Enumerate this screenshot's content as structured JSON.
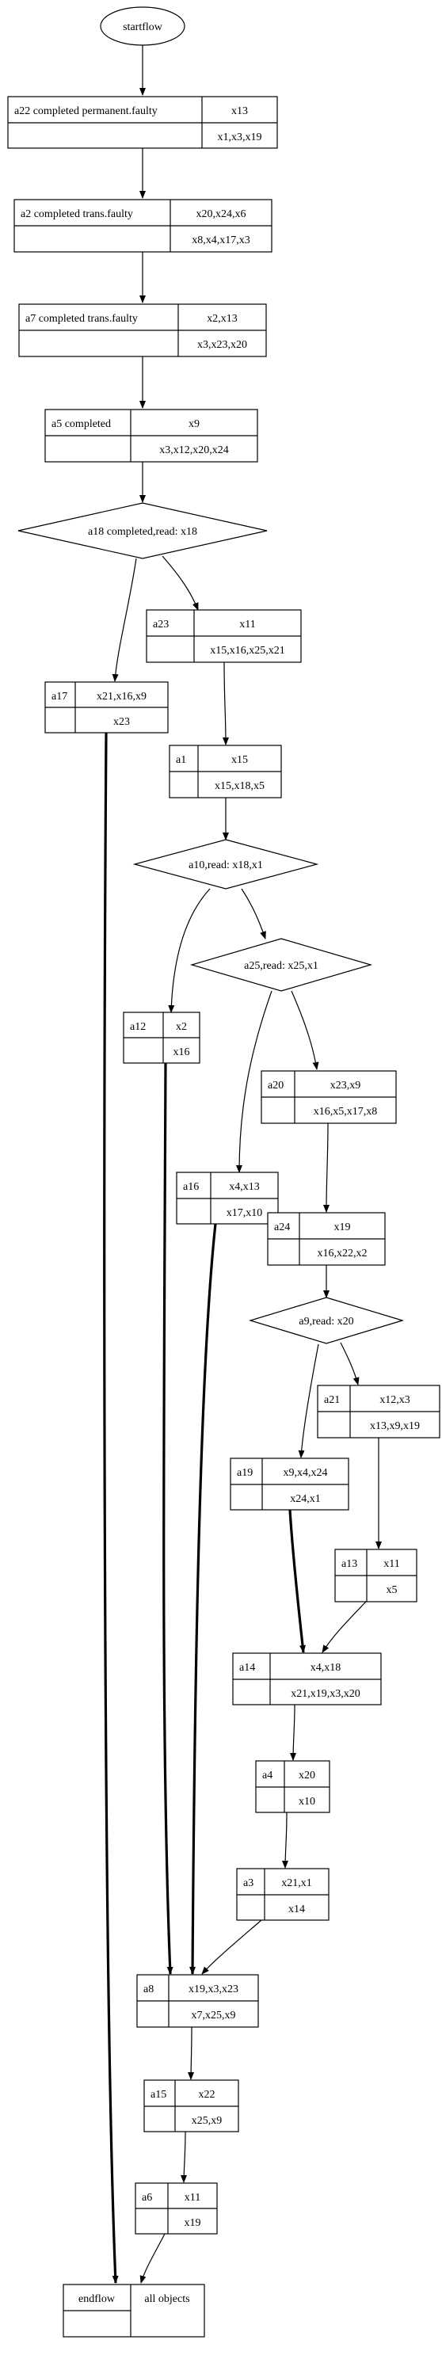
{
  "start": {
    "label": "startflow"
  },
  "end": {
    "label": "endflow",
    "value": "all objects"
  },
  "records": [
    {
      "id": "a22",
      "label": "a22  completed permanent.faulty",
      "top": "x13",
      "bottom": "x1,x3,x19"
    },
    {
      "id": "a2",
      "label": "a2  completed trans.faulty",
      "top": "x20,x24,x6",
      "bottom": "x8,x4,x17,x3"
    },
    {
      "id": "a7",
      "label": "a7  completed trans.faulty",
      "top": "x2,x13",
      "bottom": "x3,x23,x20"
    },
    {
      "id": "a5",
      "label": "a5  completed",
      "top": "x9",
      "bottom": "x3,x12,x20,x24"
    },
    {
      "id": "a23",
      "label": "a23",
      "top": "x11",
      "bottom": "x15,x16,x25,x21"
    },
    {
      "id": "a17",
      "label": "a17",
      "top": "x21,x16,x9",
      "bottom": "x23"
    },
    {
      "id": "a1",
      "label": "a1",
      "top": "x15",
      "bottom": "x15,x18,x5"
    },
    {
      "id": "a12",
      "label": "a12",
      "top": "x2",
      "bottom": "x16"
    },
    {
      "id": "a20",
      "label": "a20",
      "top": "x23,x9",
      "bottom": "x16,x5,x17,x8"
    },
    {
      "id": "a16",
      "label": "a16",
      "top": "x4,x13",
      "bottom": "x17,x10"
    },
    {
      "id": "a24",
      "label": "a24",
      "top": "x19",
      "bottom": "x16,x22,x2"
    },
    {
      "id": "a21",
      "label": "a21",
      "top": "x12,x3",
      "bottom": "x13,x9,x19"
    },
    {
      "id": "a19",
      "label": "a19",
      "top": "x9,x4,x24",
      "bottom": "x24,x1"
    },
    {
      "id": "a13",
      "label": "a13",
      "top": "x11",
      "bottom": "x5"
    },
    {
      "id": "a14",
      "label": "a14",
      "top": "x4,x18",
      "bottom": "x21,x19,x3,x20"
    },
    {
      "id": "a4",
      "label": "a4",
      "top": "x20",
      "bottom": "x10"
    },
    {
      "id": "a3",
      "label": "a3",
      "top": "x21,x1",
      "bottom": "x14"
    },
    {
      "id": "a8",
      "label": "a8",
      "top": "x19,x3,x23",
      "bottom": "x7,x25,x9"
    },
    {
      "id": "a15",
      "label": "a15",
      "top": "x22",
      "bottom": "x25,x9"
    },
    {
      "id": "a6",
      "label": "a6",
      "top": "x11",
      "bottom": "x19"
    }
  ],
  "decisions": [
    {
      "id": "a18",
      "label": "a18  completed,read: x18"
    },
    {
      "id": "a10",
      "label": "a10,read: x18,x1"
    },
    {
      "id": "a25",
      "label": "a25,read: x25,x1"
    },
    {
      "id": "a9",
      "label": "a9,read: x20"
    }
  ]
}
